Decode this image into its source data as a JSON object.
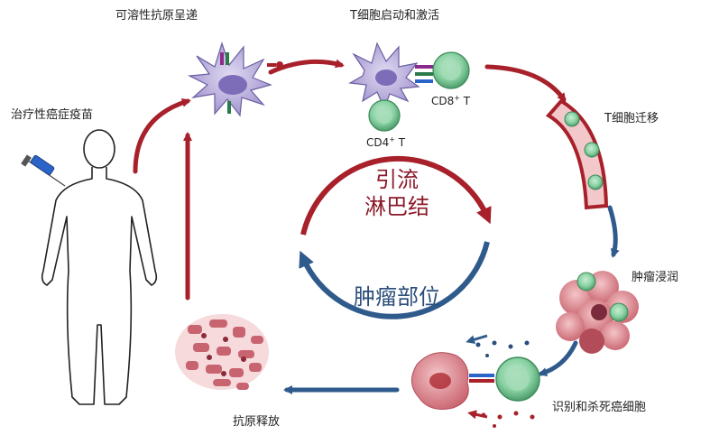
{
  "labels": {
    "vaccine": "治疗性癌症疫苗",
    "antigen_presentation": "可溶性抗原呈递",
    "t_cell_activation": "T细胞启动和激活",
    "t_cell_migration": "T细胞迁移",
    "tumor_infiltration": "肿瘤浸润",
    "recognize_kill": "识别和杀死癌细胞",
    "antigen_release": "抗原释放",
    "cd8": "CD8",
    "cd8_sup": "+",
    "cd8_suffix": " T",
    "cd4": "CD4",
    "cd4_sup": "+",
    "cd4_suffix": " T"
  },
  "center": {
    "top_line1": "引流",
    "top_line2": "淋巴结",
    "bottom": "肿瘤部位"
  },
  "colors": {
    "red_arrow": "#a8202a",
    "blue_arrow": "#2f5a8c",
    "top_text": "#8b1a2a",
    "bottom_text": "#2a4d7a",
    "cell_purple": "#b3a7d6",
    "t_cell_green": "#7dc99a",
    "tumor_pink": "#d98a92"
  }
}
